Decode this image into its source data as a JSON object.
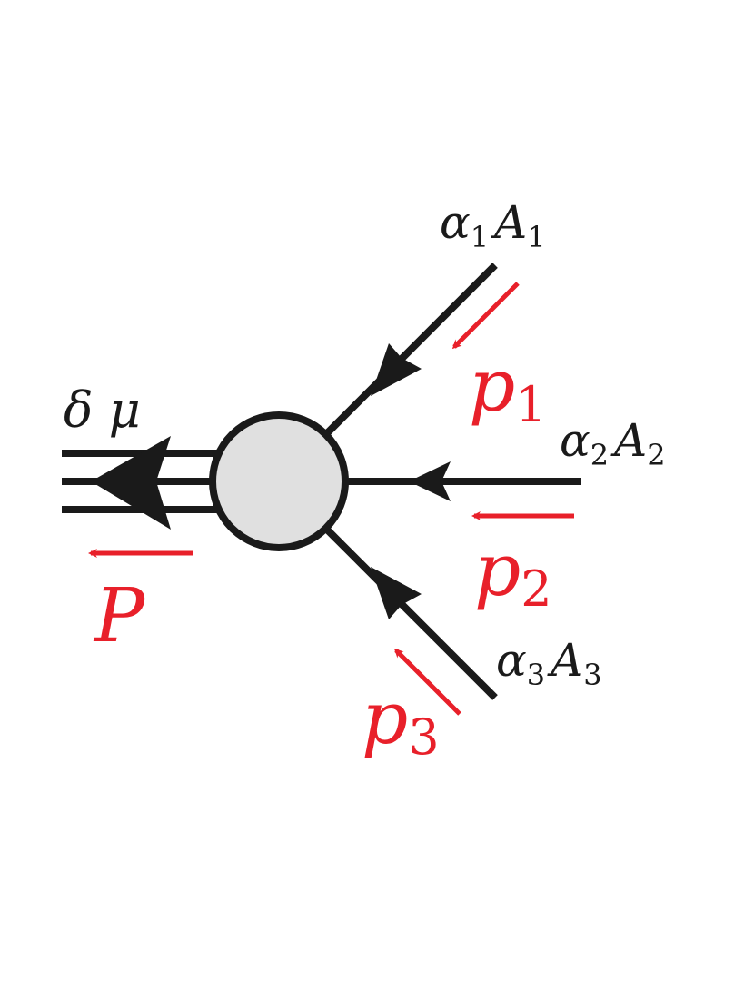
{
  "diagram": {
    "bound_state": {
      "label": "δ μ",
      "momentum": "P"
    },
    "legs": [
      {
        "symbol": "α",
        "index": "1",
        "species": "A",
        "species_index": "1",
        "momentum": "p",
        "momentum_index": "1"
      },
      {
        "symbol": "α",
        "index": "2",
        "species": "A",
        "species_index": "2",
        "momentum": "p",
        "momentum_index": "2"
      },
      {
        "symbol": "α",
        "index": "3",
        "species": "A",
        "species_index": "3",
        "momentum": "p",
        "momentum_index": "3"
      }
    ],
    "colors": {
      "line": "#1a1a1a",
      "blob_fill": "#e0e0e0",
      "momentum": "#e8202a"
    }
  }
}
